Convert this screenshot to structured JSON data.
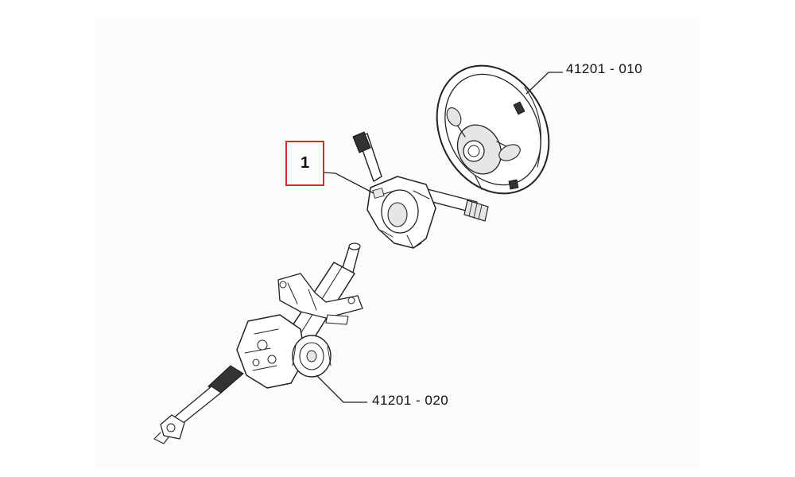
{
  "parts": {
    "steering_wheel": {
      "label": "41201 - 010"
    },
    "steering_column": {
      "label": "41201 - 020"
    },
    "switch_assembly": {
      "callout": "1"
    }
  },
  "colors": {
    "callout_border": "#d8282e",
    "line_art": "#222222",
    "background": "#ffffff"
  }
}
